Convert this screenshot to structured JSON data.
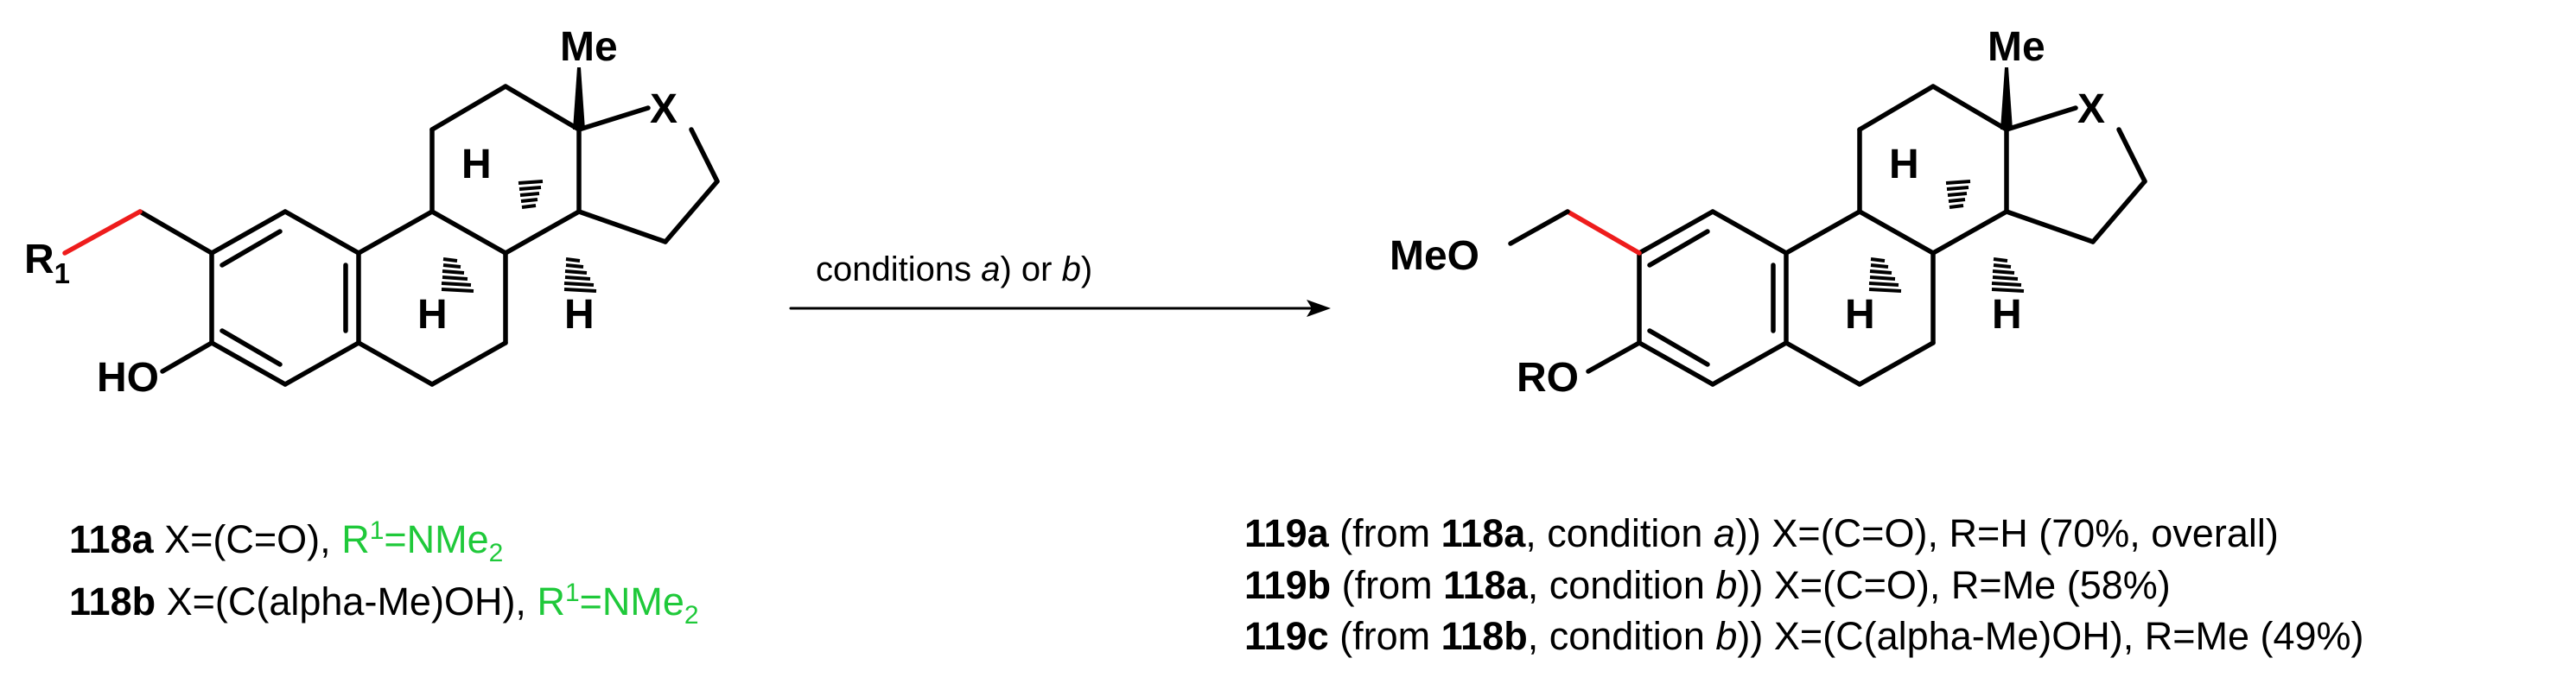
{
  "colors": {
    "bond": "#000000",
    "r1_green": "#1fc93a",
    "meo_blue": "#1b74e8",
    "red_bond": "#ee1c1c"
  },
  "reactant": {
    "methyl_label": "Me",
    "x_label": "X",
    "h_label": "H",
    "r1_main": "R",
    "r1_sub": "1",
    "ho_label": "HO"
  },
  "arrow": {
    "label_pre": "conditions ",
    "label_a": "a",
    "label_mid": ") or ",
    "label_b": "b",
    "label_post": ")"
  },
  "product": {
    "methyl_label": "Me",
    "x_label": "X",
    "h_label": "H",
    "meo_label": "MeO",
    "ro_label": "RO"
  },
  "captions_left": [
    {
      "id": "118a",
      "x_text": " X=(C=O), ",
      "r_main": "R",
      "r_sup": "1",
      "r_eq": "=NMe",
      "r_sub": "2"
    },
    {
      "id": "118b",
      "x_text": " X=(C(alpha-Me)OH), ",
      "r_main": "R",
      "r_sup": "1",
      "r_eq": "=NMe",
      "r_sub": "2"
    }
  ],
  "captions_right": [
    {
      "id": "119a",
      "t1": " (from ",
      "src": "118a",
      "t2": ", condition ",
      "cond": "a",
      "t3": ")) X=(C=O), R=H (70%, overall)"
    },
    {
      "id": "119b",
      "t1": " (from ",
      "src": "118a",
      "t2": ", condition ",
      "cond": "b",
      "t3": ")) X=(C=O), R=Me (58%)"
    },
    {
      "id": "119c",
      "t1": " (from ",
      "src": "118b",
      "t2": ", condition ",
      "cond": "b",
      "t3": ")) X=(C(alpha-Me)OH), R=Me (49%)"
    }
  ]
}
